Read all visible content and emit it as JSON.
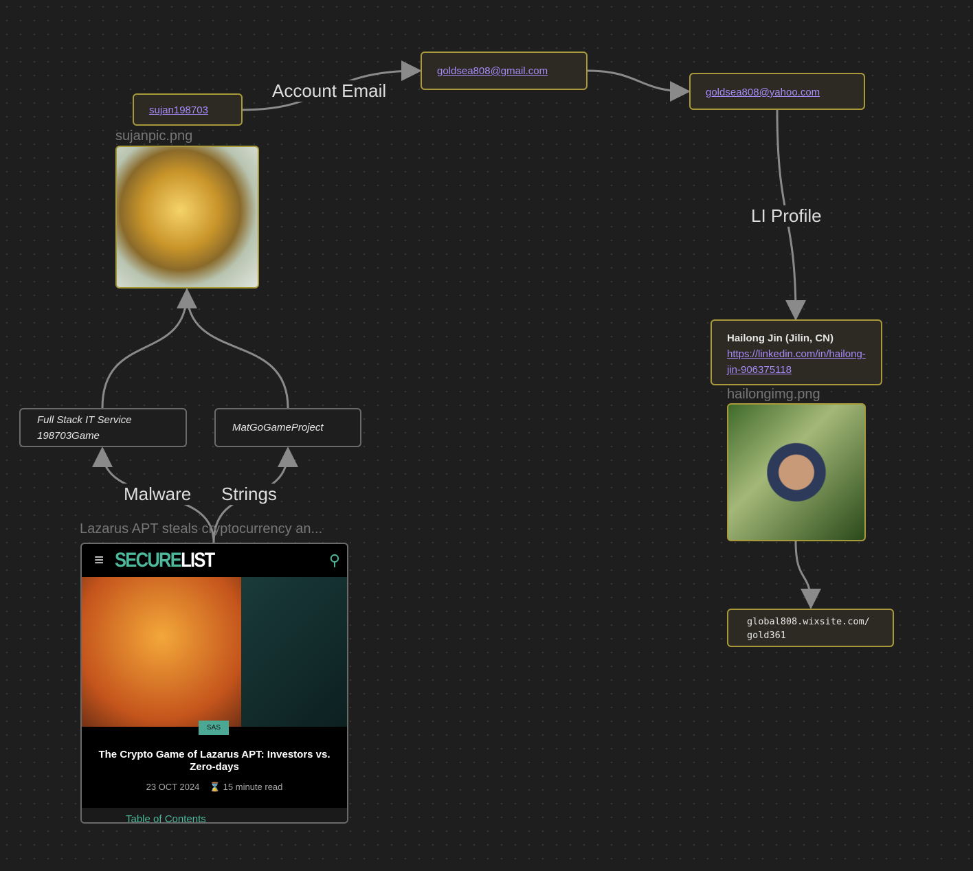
{
  "nodes": {
    "gmail": "goldsea808@gmail.com",
    "yahoo": "goldsea808@yahoo.com",
    "sujan": "sujan198703",
    "gold_image_label": "sujanpic.png",
    "fullstack": [
      "Full Stack IT Service",
      "198703Game"
    ],
    "matgo": "MatGoGameProject",
    "securelist_label": "Lazarus APT steals cryptocurrency an...",
    "hailong_name": "Hailong Jin (Jilin, CN)",
    "hailong_url": "https://linkedin.com/in/hailong-jin-906375118",
    "hailong_image_label": "hailongimg.png",
    "global": [
      "global808.wixsite.com/",
      "gold361"
    ]
  },
  "edges": {
    "account_email": "Account Email",
    "li_profile": "LI Profile",
    "malware": "Malware",
    "strings": "Strings"
  },
  "securelist": {
    "logo_a": "SECURE",
    "logo_b": "LIST",
    "tag": "SAS",
    "title": "The Crypto Game of Lazarus APT: Investors vs. Zero-days",
    "date": "23 OCT 2024",
    "read": "15 minute read",
    "toc": "Table of Contents"
  }
}
